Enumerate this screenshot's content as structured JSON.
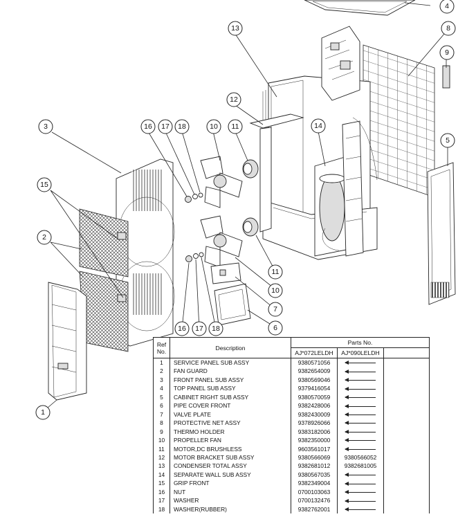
{
  "callouts": {
    "c1": "1",
    "c2": "2",
    "c3": "3",
    "c4": "4",
    "c5": "5",
    "c6": "6",
    "c7": "7",
    "c8": "8",
    "c9": "9",
    "c10a": "10",
    "c10b": "10",
    "c11a": "11",
    "c11b": "11",
    "c12": "12",
    "c13": "13",
    "c14": "14",
    "c15": "15",
    "c16a": "16",
    "c16b": "16",
    "c17a": "17",
    "c17b": "17",
    "c18a": "18",
    "c18b": "18"
  },
  "table": {
    "header_ref": "Ref",
    "header_no": "No.",
    "header_desc": "Description",
    "header_parts": "Parts No.",
    "model_1": "AJ*072LELDH",
    "model_2": "AJ*090LELDH",
    "same_as_left": "arrow-left-icon",
    "rows": [
      {
        "ref": "1",
        "desc": "SERVICE PANEL SUB ASSY",
        "pn1": "9380571056",
        "pn2": ""
      },
      {
        "ref": "2",
        "desc": "FAN GUARD",
        "pn1": "9382654009",
        "pn2": ""
      },
      {
        "ref": "3",
        "desc": "FRONT PANEL SUB ASSY",
        "pn1": "9380569046",
        "pn2": ""
      },
      {
        "ref": "4",
        "desc": "TOP PANEL SUB ASSY",
        "pn1": "9379416054",
        "pn2": ""
      },
      {
        "ref": "5",
        "desc": "CABINET RIGHT SUB ASSY",
        "pn1": "9380570059",
        "pn2": ""
      },
      {
        "ref": "6",
        "desc": "PIPE COVER FRONT",
        "pn1": "9382428006",
        "pn2": ""
      },
      {
        "ref": "7",
        "desc": "VALVE PLATE",
        "pn1": "9382430009",
        "pn2": ""
      },
      {
        "ref": "8",
        "desc": "PROTECTIVE NET ASSY",
        "pn1": "9378926066",
        "pn2": ""
      },
      {
        "ref": "9",
        "desc": "THERMO HOLDER",
        "pn1": "9383182006",
        "pn2": ""
      },
      {
        "ref": "10",
        "desc": "PROPELLER FAN",
        "pn1": "9382350000",
        "pn2": ""
      },
      {
        "ref": "11",
        "desc": "MOTOR,DC BRUSHLESS",
        "pn1": "9603561017",
        "pn2": ""
      },
      {
        "ref": "12",
        "desc": "MOTOR BRACKET SUB ASSY",
        "pn1": "9380566069",
        "pn2": "9380566052"
      },
      {
        "ref": "13",
        "desc": "CONDENSER TOTAL ASSY",
        "pn1": "9382681012",
        "pn2": "9382681005"
      },
      {
        "ref": "14",
        "desc": "SEPARATE WALL SUB ASSY",
        "pn1": "9380567035",
        "pn2": ""
      },
      {
        "ref": "15",
        "desc": "GRIP FRONT",
        "pn1": "9382349004",
        "pn2": ""
      },
      {
        "ref": "16",
        "desc": "NUT",
        "pn1": "0700103063",
        "pn2": ""
      },
      {
        "ref": "17",
        "desc": "WASHER",
        "pn1": "0700132476",
        "pn2": ""
      },
      {
        "ref": "18",
        "desc": "WASHER(RUBBER)",
        "pn1": "9382762001",
        "pn2": ""
      }
    ]
  }
}
